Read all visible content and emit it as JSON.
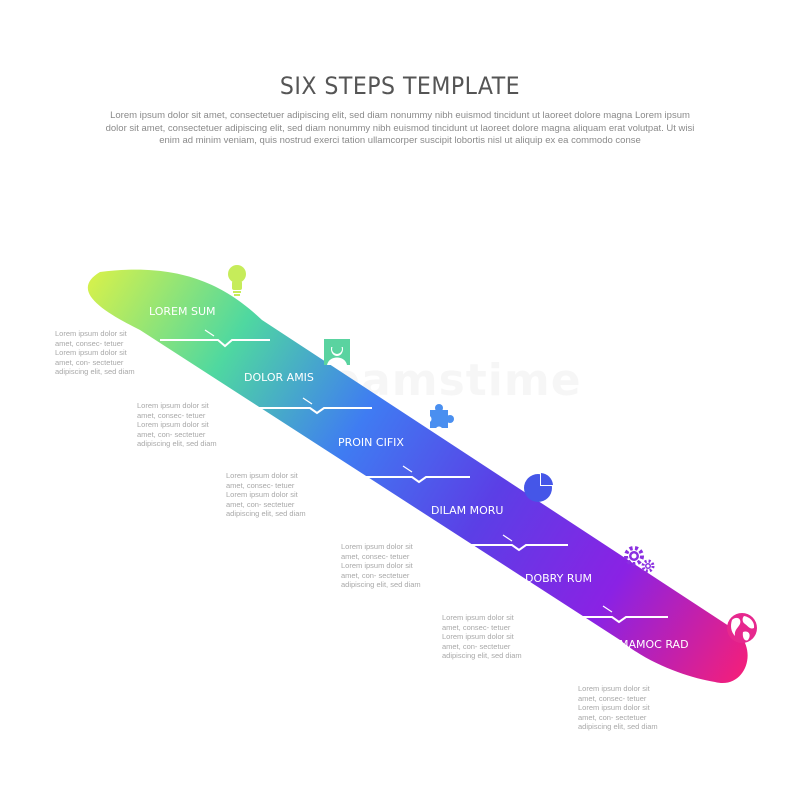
{
  "header": {
    "title": "SIX STEPS TEMPLATE",
    "intro": "Lorem ipsum dolor sit amet, consectetuer adipiscing elit, sed diam nonummy nibh euismod tincidunt ut laoreet dolore magna Lorem ipsum dolor sit amet, consectetuer adipiscing elit, sed diam nonummy nibh euismod tincidunt ut laoreet dolore magna aliquam erat volutpat. Ut wisi enim ad minim veniam, quis nostrud exerci tation ullamcorper suscipit lobortis nisl ut aliquip ex ea commodo conse"
  },
  "steps": [
    {
      "label": "LOREM SUM",
      "icon": "lightbulb-icon",
      "color": "#c6ec5a",
      "description": "Lorem ipsum dolor sit amet, consec- tetuer Lorem ipsum dolor sit amet, con- sectetuer adipiscing elit, sed diam"
    },
    {
      "label": "DOLOR AMIS",
      "icon": "person-icon",
      "color": "#5ad3a0",
      "description": "Lorem ipsum dolor sit amet, consec- tetuer Lorem ipsum dolor sit amet, con- sectetuer adipiscing elit, sed diam"
    },
    {
      "label": "PROIN CIFIX",
      "icon": "puzzle-icon",
      "color": "#4a8ff0",
      "description": "Lorem ipsum dolor sit amet, consec- tetuer Lorem ipsum dolor sit amet, con- sectetuer adipiscing elit, sed diam"
    },
    {
      "label": "DILAM MORU",
      "icon": "pie-chart-icon",
      "color": "#4556e8",
      "description": "Lorem ipsum dolor sit amet, consec- tetuer Lorem ipsum dolor sit amet, con- sectetuer adipiscing elit, sed diam"
    },
    {
      "label": "DOBRY RUM",
      "icon": "gears-icon",
      "color": "#8a2fe0",
      "description": "Lorem ipsum dolor sit amet, consec- tetuer Lorem ipsum dolor sit amet, con- sectetuer adipiscing elit, sed diam"
    },
    {
      "label": "MAMOC RAD",
      "icon": "globe-icon",
      "color": "#e6288e",
      "description": "Lorem ipsum dolor sit amet, consec- tetuer Lorem ipsum dolor sit amet, con- sectetuer adipiscing elit, sed diam"
    }
  ],
  "colors": {
    "gradient_start": "#d2f04e",
    "gradient_mid1": "#4fd8a0",
    "gradient_mid2": "#3f7cf2",
    "gradient_mid3": "#5b3fe6",
    "gradient_mid4": "#8a22e4",
    "gradient_end": "#f01f7e",
    "title": "#555555",
    "text": "#a8a8a8"
  }
}
